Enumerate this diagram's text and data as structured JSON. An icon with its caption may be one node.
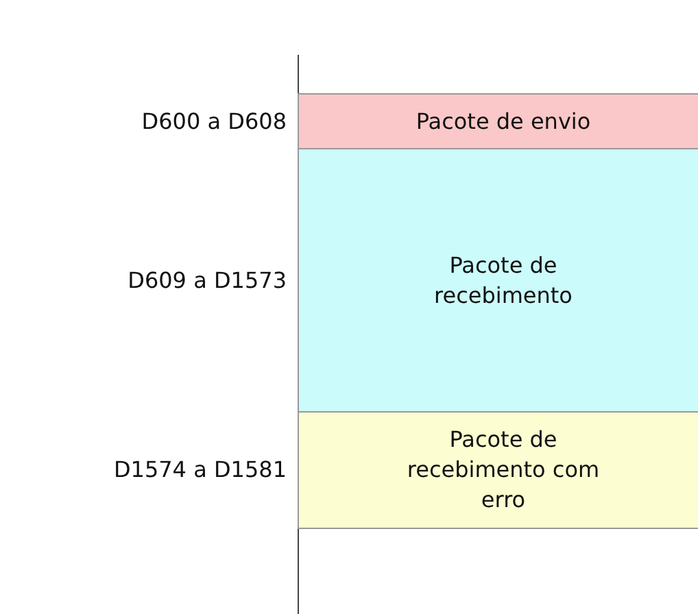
{
  "diagram": {
    "nodes": [
      {
        "text": [
          "Pacote de envio"
        ],
        "beside": [
          "D600 a D608"
        ]
      },
      {
        "text": [
          "Pacote de recebimento"
        ],
        "beside": [
          "D609 a D1573"
        ]
      },
      {
        "text": [
          "Pacote de recebimento com erro"
        ],
        "beside": [
          "D1574 a D1581"
        ]
      }
    ]
  }
}
